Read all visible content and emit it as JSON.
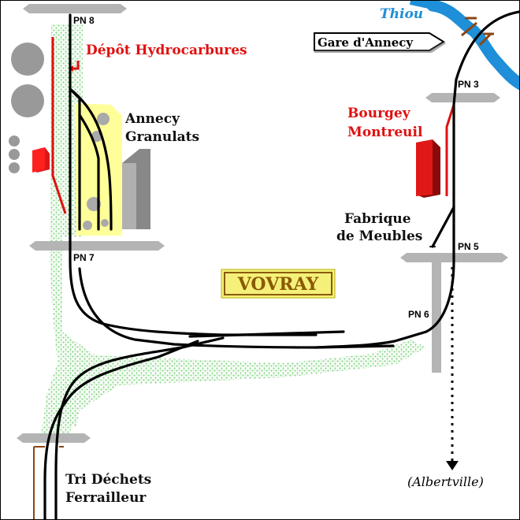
{
  "stations": {
    "annecy": "Gare d'Annecy"
  },
  "river": "Thiou",
  "title": "VOVRAY",
  "level_crossings": {
    "pn3": "PN 3",
    "pn5": "PN 5",
    "pn6": "PN 6",
    "pn7": "PN 7",
    "pn8": "PN 8"
  },
  "sidings": {
    "depot": "Dépôt Hydrocarbures",
    "granulats_line1": "Annecy",
    "granulats_line2": "Granulats",
    "bourgey_line1": "Bourgey",
    "bourgey_line2": "Montreuil",
    "meubles_line1": "Fabrique",
    "meubles_line2": "de Meubles",
    "dechets_line1": "Tri Déchets",
    "dechets_line2": "Ferrailleur"
  },
  "destination": "(Albertville)",
  "colors": {
    "track": "#000000",
    "siding_red": "#e01010",
    "river": "#1e8fd8",
    "vegetation": "#8fd88f",
    "road": "#b4b4b4",
    "title_bg": "#f5f07a",
    "title_text": "#8a5a00",
    "quarry": "#ffff99",
    "building_red": "#d81818",
    "bridge": "#8b4513"
  }
}
